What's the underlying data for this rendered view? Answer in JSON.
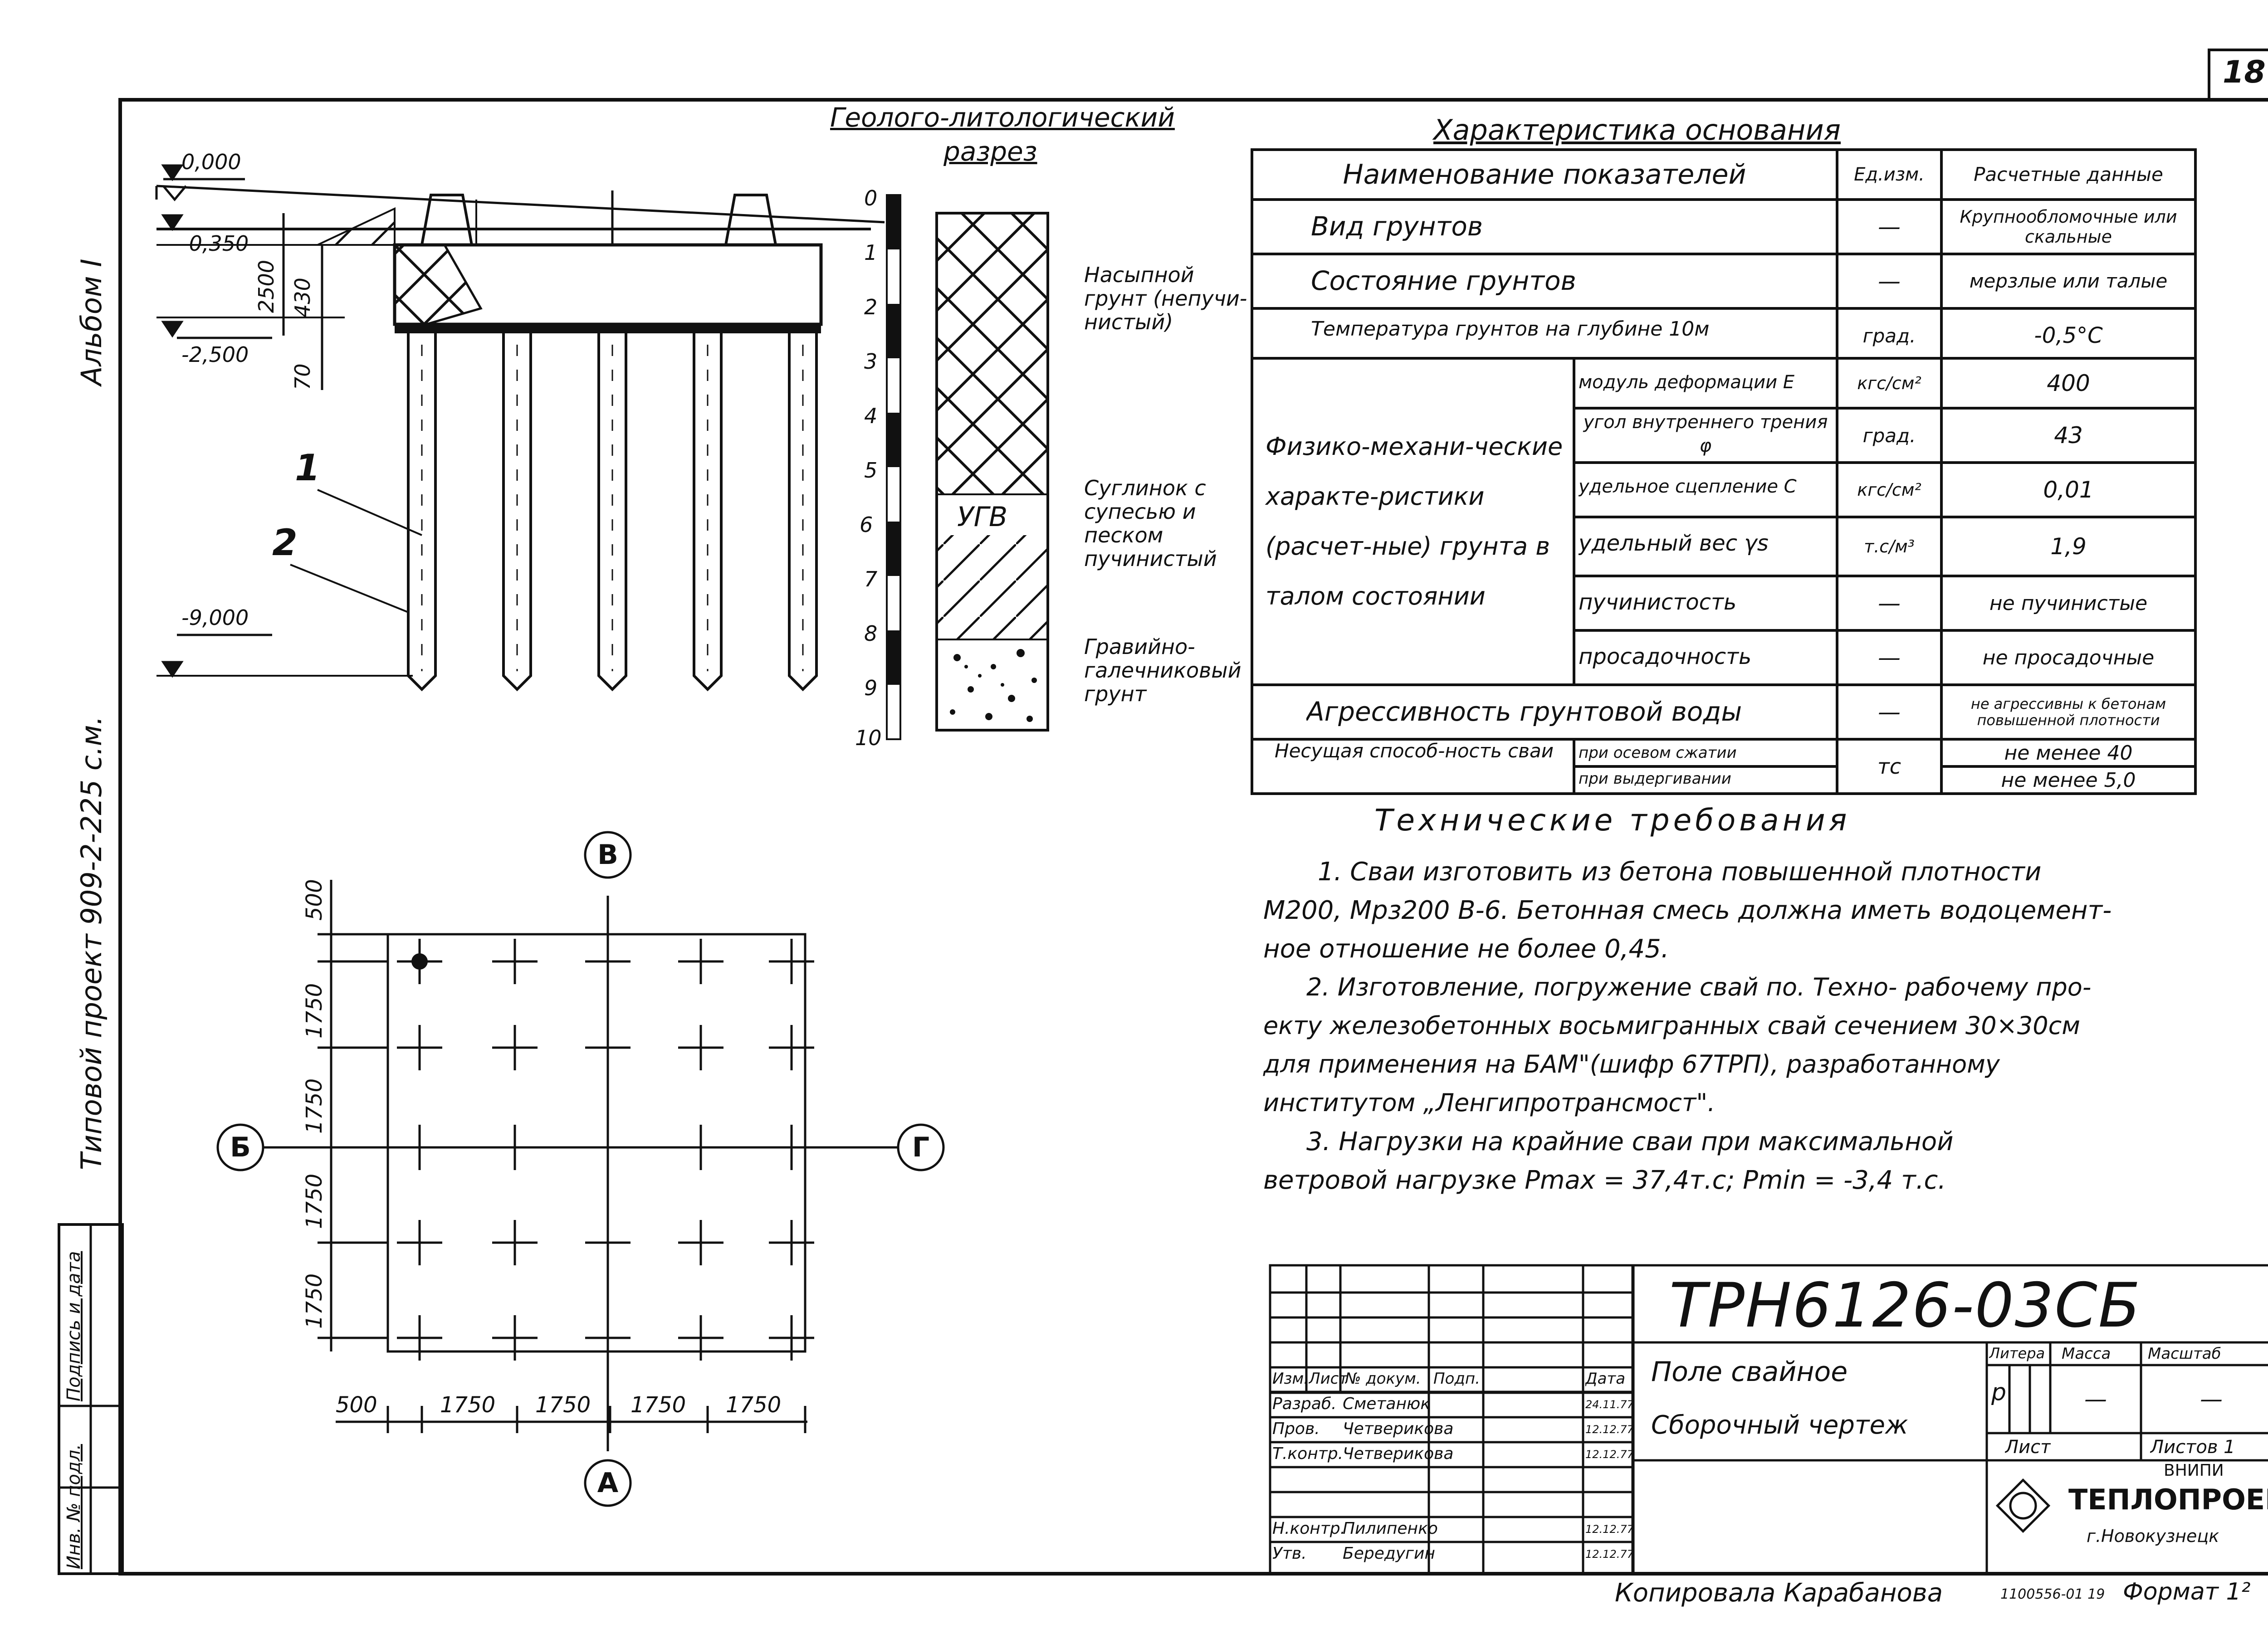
{
  "sheet_number": "18",
  "side": {
    "album": "Альбом I",
    "project": "Типовой проект 909-2-225 с.м.",
    "strip": [
      "Подпись и дата",
      "Инв. № подл."
    ]
  },
  "section": {
    "title_line1": "Геолого-литологический",
    "title_line2": "разрез",
    "elevations": [
      "0,000",
      "-0,350",
      "-2,500",
      "-9,000"
    ],
    "dims": [
      "2500",
      "430",
      "70"
    ],
    "callouts": [
      "1",
      "2"
    ],
    "depth_scale": [
      "0",
      "1",
      "2",
      "3",
      "4",
      "5",
      "6",
      "7",
      "8",
      "9",
      "10"
    ],
    "ugv": "УГВ",
    "layers": [
      "Насыпной грунт (непучи-нистый)",
      "Суглинок с супесью и песком пучинистый",
      "Гравийно-галечниковый грунт"
    ]
  },
  "props": {
    "title": "Характеристика основания",
    "headers": [
      "Наименование показателей",
      "Ед.изм.",
      "Расчетные данные"
    ],
    "rows": [
      {
        "name": "Вид грунтов",
        "unit": "—",
        "value": "Крупнообломочные или скальные"
      },
      {
        "name": "Состояние грунтов",
        "unit": "—",
        "value": "мерзлые или талые"
      },
      {
        "name": "Температура грунтов на глубине 10м",
        "unit": "град.",
        "value": "-0,5°С"
      }
    ],
    "group_label": "Физико-механи-ческие характе-ристики (расчет-ные) грунта в талом состоянии",
    "group_rows": [
      {
        "name": "модуль деформации E",
        "unit": "кгс/см²",
        "value": "400"
      },
      {
        "name": "угол внутреннего трения φ",
        "unit": "град.",
        "value": "43"
      },
      {
        "name": "удельное сцепление C",
        "unit": "кгс/см²",
        "value": "0,01"
      },
      {
        "name": "удельный вес γs",
        "unit": "т.с/м³",
        "value": "1,9"
      },
      {
        "name": "пучинистость",
        "unit": "—",
        "value": "не пучинистые"
      },
      {
        "name": "просадочность",
        "unit": "—",
        "value": "не просадочные"
      }
    ],
    "aggr": {
      "name": "Агрессивность грунтовой воды",
      "unit": "—",
      "value": "не агрессивны к бетонам повышенной плотности"
    },
    "bearing": {
      "name": "Несущая способ-ность сваи",
      "sub": [
        "при осевом сжатии",
        "при выдергивании"
      ],
      "unit": "тс",
      "values": [
        "не менее 40",
        "не менее 5,0"
      ]
    }
  },
  "tech": {
    "title": "Технические требования",
    "lines": [
      "1. Сваи изготовить из бетона повышенной плотности",
      "М200, Мрз200 В-6. Бетонная смесь должна иметь водоцемент-",
      "ное отношение не более 0,45.",
      "2. Изготовление, погружение свай по. Техно- рабочему про-",
      "екту железобетонных восьмигранных свай сечением 30×30см",
      "для применения на БАМ\"(шифр 67ТРП), разработанному",
      "институтом „Ленгипротрансмост\".",
      "3. Нагрузки на крайние сваи при максимальной",
      "ветровой нагрузке Pmax = 37,4т.с; Pmin = -3,4 т.с."
    ]
  },
  "plan": {
    "axes": [
      "В",
      "Б",
      "Г",
      "А"
    ],
    "dims_v": [
      "500",
      "1750",
      "1750",
      "1750",
      "1750"
    ],
    "dims_h": [
      "500",
      "1750",
      "1750",
      "1750",
      "1750"
    ]
  },
  "stamp": {
    "code": "ТРН6126-03СБ",
    "name1": "Поле свайное",
    "name2": "Сборочный чертеж",
    "head": [
      "Изм.",
      "Лист",
      "№ докум.",
      "Подп.",
      "Дата"
    ],
    "people": [
      {
        "role": "Разраб.",
        "name": "Сметанюк",
        "date": "24.11.77"
      },
      {
        "role": "Пров.",
        "name": "Четверикова",
        "date": "12.12.77"
      },
      {
        "role": "Т.контр.",
        "name": "Четверикова",
        "date": "12.12.77"
      },
      {
        "role": "Н.контр.",
        "name": "Пилипенко",
        "date": "12.12.77"
      },
      {
        "role": "Утв.",
        "name": "Бередугин",
        "date": "12.12.77"
      }
    ],
    "lit_head": [
      "Литера",
      "Масса",
      "Масштаб"
    ],
    "lit": "р",
    "mass": "—",
    "scale": "—",
    "sheet": "Лист",
    "sheets": "Листов 1",
    "org1": "ВНИПИ",
    "org2": "ТЕПЛОПРОЕКТ",
    "org3": "г.Новокузнецк"
  },
  "footer": {
    "copied": "Копировала Карабанова",
    "num": "1100556-01 19",
    "format": "Формат 1²"
  }
}
